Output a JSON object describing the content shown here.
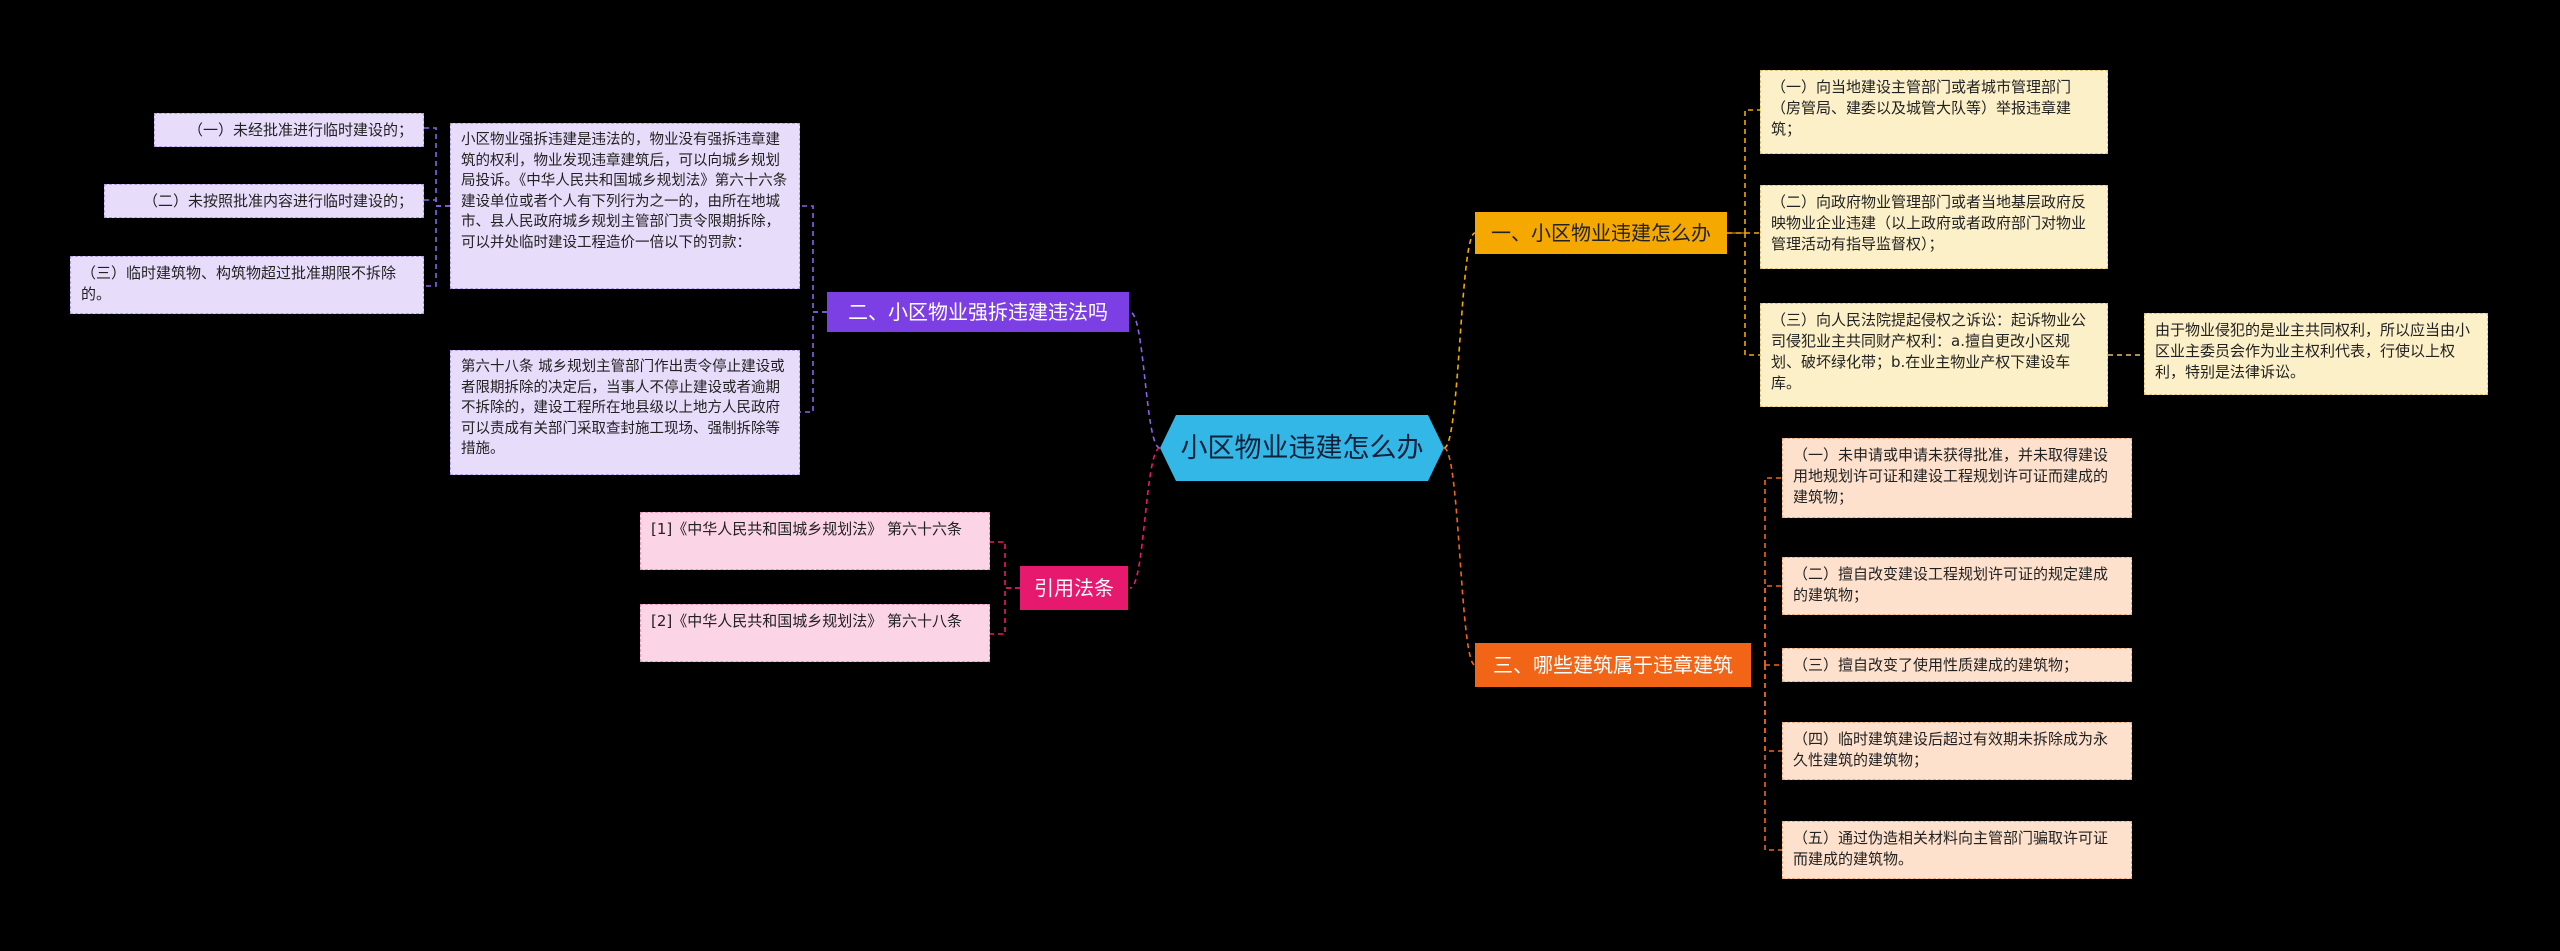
{
  "center": "小区物业违建怎么办",
  "branches": {
    "b2": {
      "label": "二、小区物业强拆违建违法吗",
      "content_a": "小区物业强拆违建是违法的，物业没有强拆违章建筑的权利，物业发现违章建筑后，可以向城乡规划局投诉。《中华人民共和国城乡规划法》第六十六条 建设单位或者个人有下列行为之一的，由所在地城市、县人民政府城乡规划主管部门责令限期拆除，可以并处临时建设工程造价一倍以下的罚款：",
      "content_b": "第六十八条 城乡规划主管部门作出责令停止建设或者限期拆除的决定后，当事人不停止建设或者逾期不拆除的，建设工程所在地县级以上地方人民政府可以责成有关部门采取查封施工现场、强制拆除等措施。",
      "sub": [
        "（一）未经批准进行临时建设的；",
        "（二）未按照批准内容进行临时建设的；",
        "（三）临时建筑物、构筑物超过批准期限不拆除的。"
      ]
    },
    "cite": {
      "label": "引用法条",
      "items": [
        "[1]《中华人民共和国城乡规划法》 第六十六条",
        "[2]《中华人民共和国城乡规划法》 第六十八条"
      ]
    },
    "b1": {
      "label": "一、小区物业违建怎么办",
      "items": [
        "（一）向当地建设主管部门或者城市管理部门（房管局、建委以及城管大队等）举报违章建筑；",
        "（二）向政府物业管理部门或者当地基层政府反映物业企业违建（以上政府或者政府部门对物业管理活动有指导监督权）；",
        "（三）向人民法院提起侵权之诉讼：起诉物业公司侵犯业主共同财产权利：a.擅自更改小区规划、破坏绿化带；b.在业主物业产权下建设车库。"
      ],
      "note": "由于物业侵犯的是业主共同权利，所以应当由小区业主委员会作为业主权利代表，行使以上权利，特别是法律诉讼。"
    },
    "b3": {
      "label": "三、哪些建筑属于违章建筑",
      "items": [
        "（一）未申请或申请未获得批准，并未取得建设用地规划许可证和建设工程规划许可证而建成的建筑物；",
        "（二）擅自改变建设工程规划许可证的规定建成的建筑物；",
        "（三）擅自改变了使用性质建成的建筑物；",
        "（四）临时建筑建设后超过有效期未拆除成为永久性建筑的建筑物；",
        "（五）通过伪造相关材料向主管部门骗取许可证而建成的建筑物。"
      ]
    }
  },
  "colors": {
    "center": "#32b7e6",
    "purple": "#7b3fe4",
    "pink": "#e7196f",
    "yellow": "#f5a800",
    "orange": "#f26516"
  }
}
